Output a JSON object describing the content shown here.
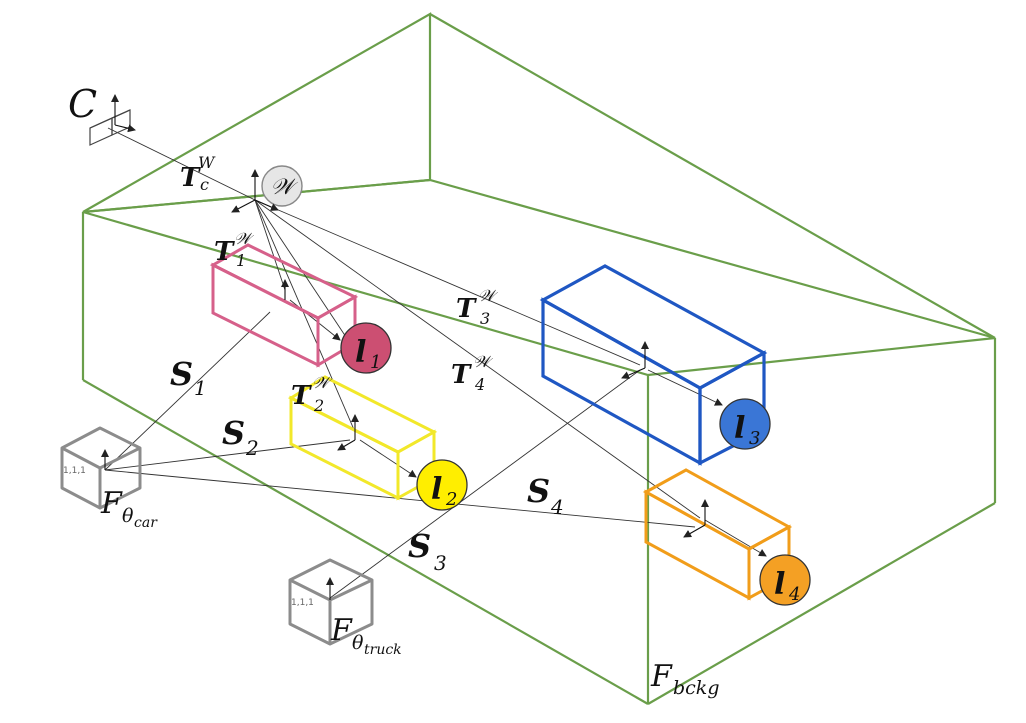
{
  "diagram": {
    "camera": {
      "label": "C"
    },
    "world": {
      "symbol": "𝒲"
    },
    "transforms": {
      "camera": {
        "main": "T",
        "sub": "c",
        "sup": "W"
      },
      "objects": [
        {
          "main": "T",
          "sub": "1",
          "sup": "𝒲"
        },
        {
          "main": "T",
          "sub": "2",
          "sup": "𝒲"
        },
        {
          "main": "T",
          "sub": "3",
          "sup": "𝒲"
        },
        {
          "main": "T",
          "sub": "4",
          "sup": "𝒲"
        }
      ]
    },
    "scales": [
      {
        "main": "S",
        "sub": "1"
      },
      {
        "main": "S",
        "sub": "2"
      },
      {
        "main": "S",
        "sub": "3"
      },
      {
        "main": "S",
        "sub": "4"
      }
    ],
    "latents": [
      {
        "main": "l",
        "sub": "1",
        "color": "#cc4f72"
      },
      {
        "main": "l",
        "sub": "2",
        "color": "#ffee00"
      },
      {
        "main": "l",
        "sub": "3",
        "color": "#3a76d6"
      },
      {
        "main": "l",
        "sub": "4",
        "color": "#f4a024"
      }
    ],
    "boxes": [
      {
        "color": "#d6608a"
      },
      {
        "color": "#f2e82a"
      },
      {
        "color": "#1f57c3"
      },
      {
        "color": "#f19d1a"
      }
    ],
    "networks": {
      "car": {
        "main": "F",
        "sub": "θ",
        "subsub": "car",
        "cube_text": "1,1,1"
      },
      "truck": {
        "main": "F",
        "sub": "θ",
        "subsub": "truck",
        "cube_text": "1,1,1"
      },
      "background": {
        "main": "F",
        "sub": "bckg"
      }
    },
    "scene_color": "#6a9e4a"
  }
}
